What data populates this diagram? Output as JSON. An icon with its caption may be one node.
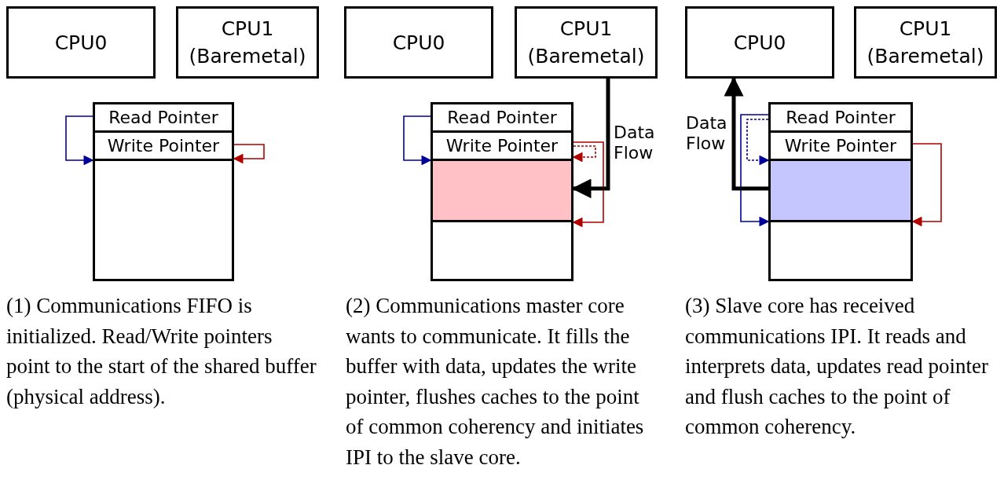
{
  "diagram": {
    "nodes": [
      {
        "text": [
          "CPU0"
        ]
      },
      {
        "text": [
          "CPU1 (Baremetal)"
        ]
      },
      {
        "text": [
          "Read Pointer"
        ]
      },
      {
        "text": [
          "Write Pointer"
        ]
      },
      {
        "text": [],
        "shape": "box"
      },
      {
        "text": [
          "CPU0"
        ]
      },
      {
        "text": [
          "CPU1 (Baremetal)"
        ]
      },
      {
        "text": [
          "Read Pointer"
        ]
      },
      {
        "text": [
          "Write Pointer"
        ]
      },
      {
        "text": [],
        "shape": "box"
      },
      {
        "text": [],
        "shape": "box"
      },
      {
        "text": [
          "CPU0"
        ]
      },
      {
        "text": [
          "CPU1 (Baremetal)"
        ]
      },
      {
        "text": [
          "Read Pointer"
        ]
      },
      {
        "text": [
          "Write Pointer"
        ]
      },
      {
        "text": [],
        "shape": "box"
      },
      {
        "text": [],
        "shape": "box"
      }
    ],
    "edges": [
      {
        "from": 2,
        "to": 4,
        "arrow": "to",
        "color": "#00009a"
      },
      {
        "from": 3,
        "to": 4,
        "arrow": "to",
        "color": "#b00000"
      },
      {
        "from": 7,
        "to": 9,
        "arrow": "to",
        "color": "#00009a"
      },
      {
        "from": 8,
        "to": 9,
        "arrow": "to",
        "style": "dashed",
        "color": "#b00000"
      },
      {
        "from": 8,
        "to": 10,
        "arrow": "to",
        "color": "#b00000"
      },
      {
        "from": 6,
        "to": 9,
        "arrow": "to",
        "style": "thick",
        "label": "Data Flow",
        "color": "#000000"
      },
      {
        "from": 13,
        "to": 15,
        "arrow": "to",
        "style": "dashed",
        "color": "#00009a"
      },
      {
        "from": 13,
        "to": 16,
        "arrow": "to",
        "color": "#00009a"
      },
      {
        "from": 14,
        "to": 16,
        "arrow": "to",
        "color": "#b00000"
      },
      {
        "from": 15,
        "to": 11,
        "arrow": "to",
        "style": "thick",
        "label": "Data Flow",
        "color": "#000000"
      }
    ],
    "labels": [
      "(1) Communications FIFO is initialized. Read/Write pointers point to the start of the shared buffer (physical address).",
      "(2) Communications master core wants to communicate. It fills the buffer with data, updates the write pointer, flushes caches to the point of common coherency and initiates IPI to the slave core.",
      "(3) Slave core has received communications IPI. It reads and interprets data, updates read pointer and flush caches to the point of common coherency."
    ]
  }
}
